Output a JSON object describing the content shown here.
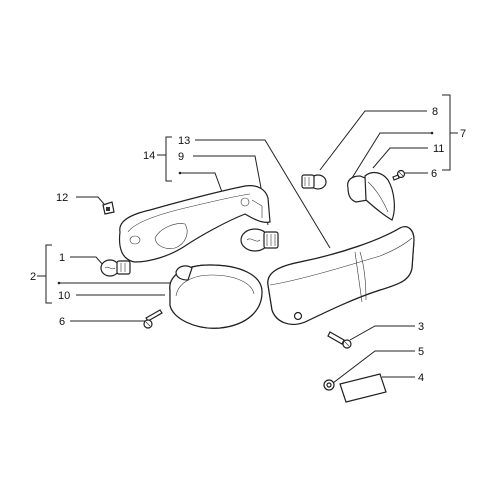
{
  "callouts": {
    "c1": "1",
    "c2": "2",
    "c3": "3",
    "c4": "4",
    "c5": "5",
    "c6a": "6",
    "c6b": "6",
    "c7": "7",
    "c8": "8",
    "c9": "9",
    "c10": "10",
    "c11": "11",
    "c12": "12",
    "c13": "13",
    "c14": "14"
  }
}
